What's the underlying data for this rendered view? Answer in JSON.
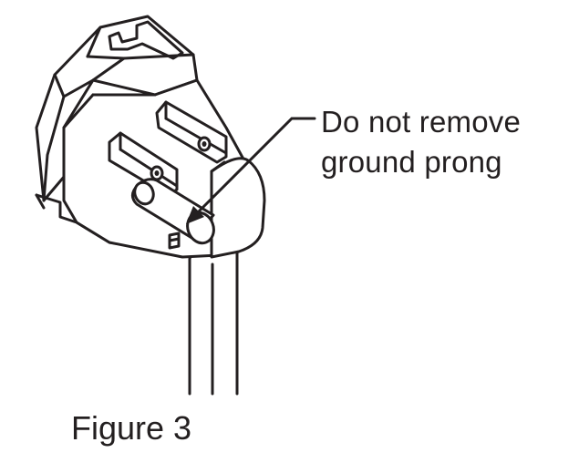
{
  "callout": {
    "line1": "Do not remove",
    "line2": "ground prong"
  },
  "figure": {
    "caption": "Figure 3"
  },
  "colors": {
    "ink": "#231f20",
    "paper": "#ffffff"
  }
}
